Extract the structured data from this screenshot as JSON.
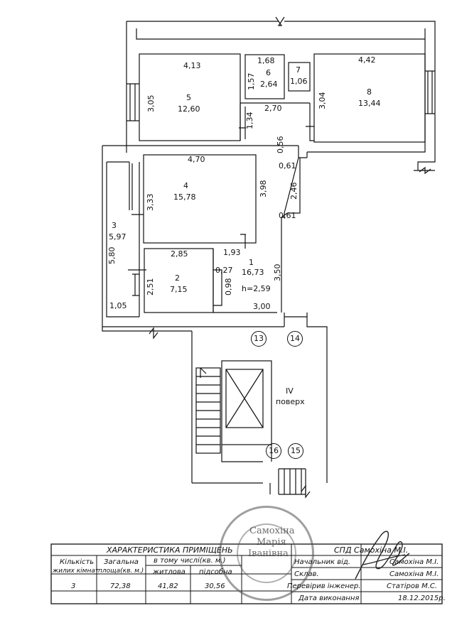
{
  "rooms": [
    {
      "number": "1",
      "area": "16,73",
      "height": "h=2,59"
    },
    {
      "number": "2",
      "area": "7,15"
    },
    {
      "number": "3",
      "area": "5,97"
    },
    {
      "number": "4",
      "area": "15,78"
    },
    {
      "number": "5",
      "area": "12,60"
    },
    {
      "number": "6",
      "area": "2,64"
    },
    {
      "number": "7",
      "area": "1,06"
    },
    {
      "number": "8",
      "area": "13,44"
    }
  ],
  "dimensions": {
    "d_4_13": "4,13",
    "d_3_05": "3,05",
    "d_1_68": "1,68",
    "d_1_57": "1,57",
    "d_4_42": "4,42",
    "d_3_04": "3,04",
    "d_1_34": "1,34",
    "d_2_70": "2,70",
    "d_0_56": "0,56",
    "d_0_61a": "0,61",
    "d_2_46": "2,46",
    "d_0_61b": "0,61",
    "d_4_70": "4,70",
    "d_3_33": "3,33",
    "d_3_98": "3,98",
    "d_5_80": "5,80",
    "d_2_85": "2,85",
    "d_1_93": "1,93",
    "d_0_27": "0,27",
    "d_0_98": "0,98",
    "d_2_51": "2,51",
    "d_3_50": "3,50",
    "d_1_05": "1,05",
    "d_3_00": "3,00"
  },
  "axes": [
    "13",
    "14",
    "16",
    "15"
  ],
  "floor": {
    "line1": "IV",
    "line2": "поверх"
  },
  "table": {
    "title": "ХАРАКТЕРИСТИКА ПРИМІЩЕНЬ",
    "h_rooms_1": "Кількість",
    "h_rooms_2": "жилих кімнат",
    "h_total_1": "Загальна",
    "h_total_2": "площа(кв. м.)",
    "h_incl": "в тому числі(кв. м.)",
    "h_living": "житлова",
    "h_aux": "підсобна",
    "v_rooms": "3",
    "v_total": "72,38",
    "v_living": "41,82",
    "v_aux": "30,56",
    "org": "СПД Самохіна М.І.",
    "r1_label": "Начальник від.",
    "r1_name": "Самохіна М.І.",
    "r2_label": "Склав.",
    "r2_name": "Самохіна М.І.",
    "r3_label": "Перевірив інженер.",
    "r3_name": "Статіров М.С.",
    "r4_label": "Дата виконання",
    "r4_date": "18.12.2015р."
  },
  "stamp": {
    "line1": "Самохіна",
    "line2": "Марія",
    "line3": "Іванівна"
  }
}
